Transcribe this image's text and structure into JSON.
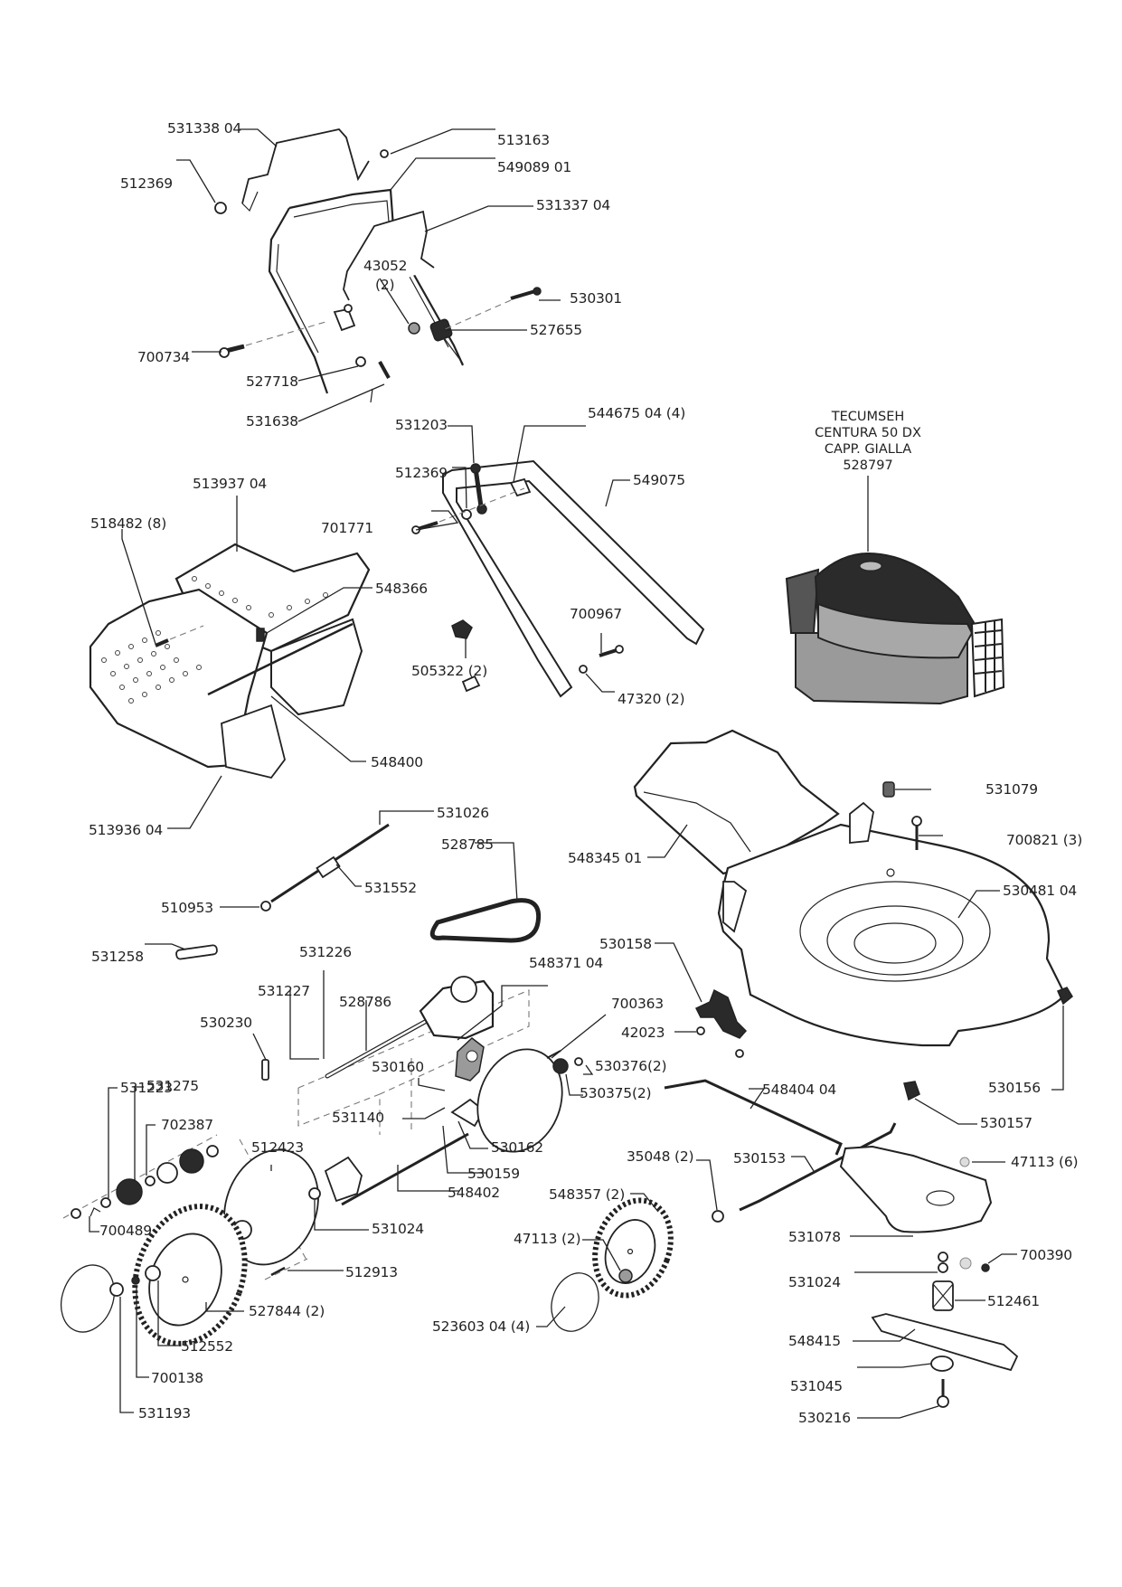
{
  "diagram": {
    "type": "exploded-parts-diagram",
    "subject": "lawn mower",
    "engine": {
      "lines": [
        "TECUMSEH",
        "CENTURA 50 DX",
        "CAPP. GIALLA",
        "528797"
      ]
    },
    "labels": {
      "p531338": "531338 04",
      "p513163": "513163",
      "p512369a": "512369",
      "p549089": "549089 01",
      "p531337": "531337 04",
      "p43052": "43052",
      "p43052q": "(2)",
      "p530301": "530301",
      "p527655": "527655",
      "p700734": "700734",
      "p527718": "527718",
      "p531638": "531638",
      "p531203": "531203",
      "p544675": "544675 04 (4)",
      "p512369b": "512369",
      "p549075": "549075",
      "p701771": "701771",
      "p513937": "513937 04",
      "p518482": "518482 (8)",
      "p548366": "548366",
      "p505322": "505322 (2)",
      "p700967": "700967",
      "p47320": "47320 (2)",
      "p548400": "548400",
      "p513936": "513936 04",
      "p531079": "531079",
      "p700821": "700821 (3)",
      "p531026": "531026",
      "p528785": "528785",
      "p548345": "548345 01",
      "p531552": "531552",
      "p510953": "510953",
      "p530481": "530481 04",
      "p531258": "531258",
      "p531226": "531226",
      "p530158": "530158",
      "p531227": "531227",
      "p528786": "528786",
      "p548371": "548371 04",
      "p700363": "700363",
      "p530230": "530230",
      "p42023": "42023",
      "p531223": "531223",
      "p530160": "530160",
      "p530376": "530376(2)",
      "p530375": "530375(2)",
      "p531275": "531275",
      "p548404": "548404 04",
      "p530156": "530156",
      "p531140": "531140",
      "p702387": "702387",
      "p530157": "530157",
      "p530162": "530162",
      "p512423": "512423",
      "p530159": "530159",
      "p35048": "35048 (2)",
      "p530153": "530153",
      "p47113c": "47113 (6)",
      "p548402": "548402",
      "p548357": "548357 (2)",
      "p700489": "700489",
      "p531024a": "531024",
      "p531078": "531078",
      "p47113b": "47113 (2)",
      "p700390": "700390",
      "p512913": "512913",
      "p531024b": "531024",
      "p512461": "512461",
      "p527844": "527844 (2)",
      "p523603": "523603 04 (4)",
      "p548415": "548415",
      "p512552": "512552",
      "p531045": "531045",
      "p700138": "700138",
      "p530216": "530216",
      "p531193": "531193"
    }
  }
}
